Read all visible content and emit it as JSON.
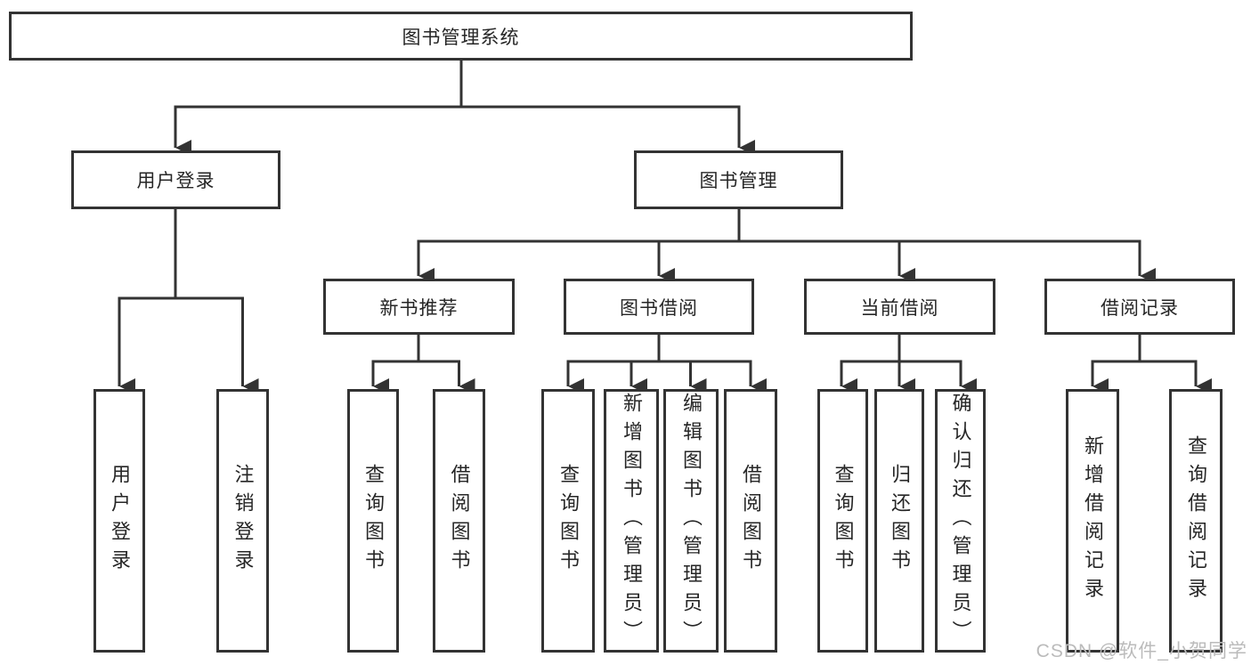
{
  "page": {
    "background": "#ffffff",
    "watermark": "CSDN @软件_小贺同学"
  },
  "colors": {
    "line": "#333333",
    "box_border": "#333333",
    "text": "#262626",
    "watermark_text": "#bbbbbb"
  },
  "nodes": {
    "root": "图书管理系统",
    "level2": {
      "user_login": "用户登录",
      "book_management": "图书管理"
    },
    "level3": {
      "new_book": "新书推荐",
      "book_borrow": "图书借阅",
      "current_borrow": "当前借阅",
      "borrow_record": "借阅记录"
    },
    "level4": {
      "user_login_children": [
        "用户登录",
        "注销登录"
      ],
      "new_book_children": [
        "查询图书",
        "借阅图书"
      ],
      "book_borrow_children": [
        "查询图书",
        "新增图书（管理员）",
        "编辑图书（管理员）",
        "借阅图书"
      ],
      "current_borrow_children": [
        "查询图书",
        "归还图书",
        "确认归还（管理员）"
      ],
      "borrow_record_children": [
        "新增借阅记录",
        "查询借阅记录"
      ]
    }
  }
}
